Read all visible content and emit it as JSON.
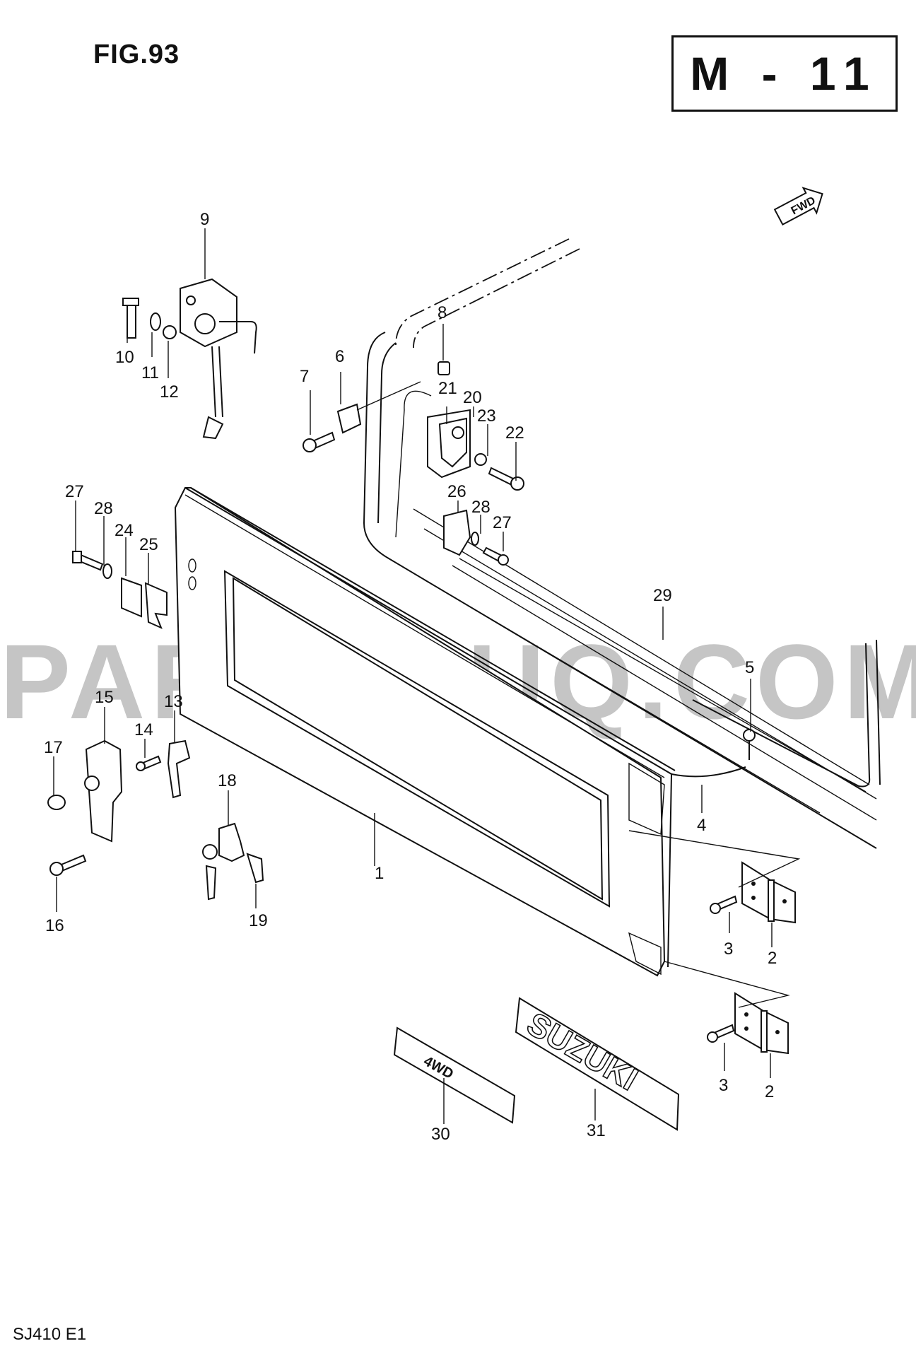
{
  "header": {
    "figure_label": "FIG.93",
    "code": "M - 11"
  },
  "footer": {
    "model": "SJ410 E1"
  },
  "watermark": "PARTSOUQ.COM",
  "direction_tag": "FWD",
  "badges": {
    "emblem": "SUZUKI",
    "plate": "4WD"
  },
  "callouts": [
    "1",
    "2",
    "2",
    "3",
    "3",
    "4",
    "5",
    "6",
    "7",
    "8",
    "9",
    "10",
    "11",
    "12",
    "13",
    "14",
    "15",
    "16",
    "17",
    "18",
    "19",
    "20",
    "21",
    "22",
    "23",
    "24",
    "25",
    "26",
    "27",
    "27",
    "28",
    "28",
    "29",
    "30",
    "31"
  ]
}
